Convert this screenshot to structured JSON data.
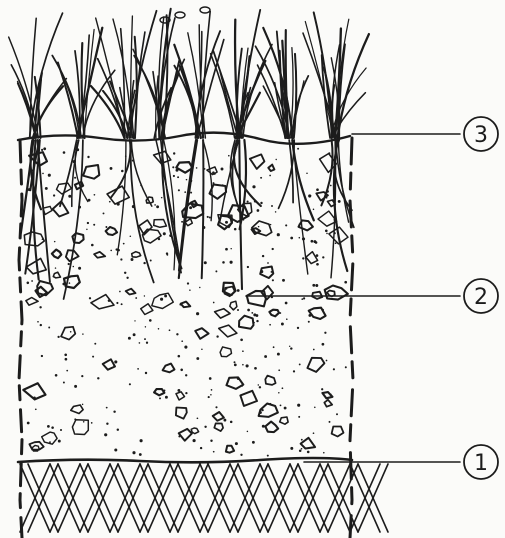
{
  "diagram": {
    "callouts": [
      {
        "id": "layer-top-callout",
        "label": "3"
      },
      {
        "id": "layer-middle-callout",
        "label": "2"
      },
      {
        "id": "layer-bottom-callout",
        "label": "1"
      }
    ]
  }
}
